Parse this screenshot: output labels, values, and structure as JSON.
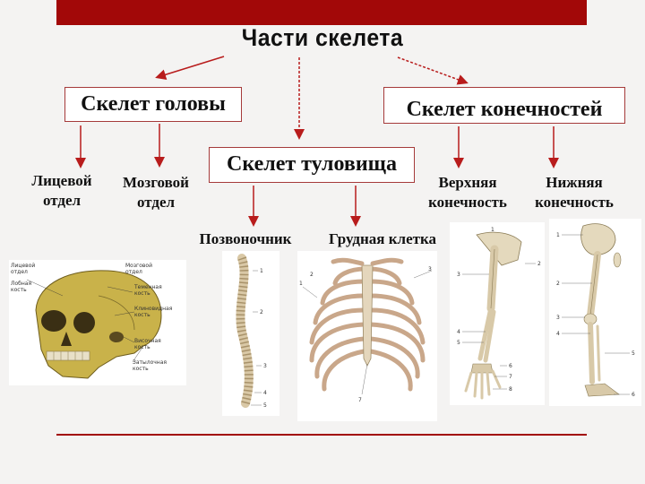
{
  "title": "Части скелета",
  "boxes": {
    "head": "Скелет головы",
    "trunk": "Скелет туловища",
    "limbs": "Скелет конечностей"
  },
  "labels": {
    "facial_1": "Лицевой",
    "facial_2": "отдел",
    "brain_1": "Мозговой",
    "brain_2": "отдел",
    "spine": "Позвоночник",
    "chest": "Грудная клетка",
    "upper_1": "Верхняя",
    "upper_2": "конечность",
    "lower_1": "Нижняя",
    "lower_2": "конечность"
  },
  "skull_labels": {
    "facial_1": "Лицевой",
    "facial_2": "отдел",
    "facial_bone_1": "Лобная",
    "facial_bone_2": "кость",
    "brain_1": "Мозговой",
    "brain_2": "отдел",
    "parietal_1": "Теменная",
    "parietal_2": "кость",
    "sphenoid_1": "Клиновидная",
    "sphenoid_2": "кость",
    "temporal_1": "Височная",
    "temporal_2": "кость",
    "occipital_1": "Затылочная",
    "occipital_2": "кость"
  },
  "figure_numbers": {
    "spine": [
      "1",
      "2",
      "3",
      "4",
      "5"
    ],
    "chest": [
      "1",
      "2",
      "3",
      "7"
    ],
    "arm": [
      "1",
      "2",
      "3",
      "4",
      "5",
      "6",
      "7",
      "8"
    ],
    "leg": [
      "1",
      "2",
      "3",
      "4",
      "5",
      "6"
    ]
  },
  "colors": {
    "accent_red": "#a20808",
    "box_border": "#a53a3a",
    "bone": "#d8c9a8",
    "skull": "#c9b24a"
  }
}
